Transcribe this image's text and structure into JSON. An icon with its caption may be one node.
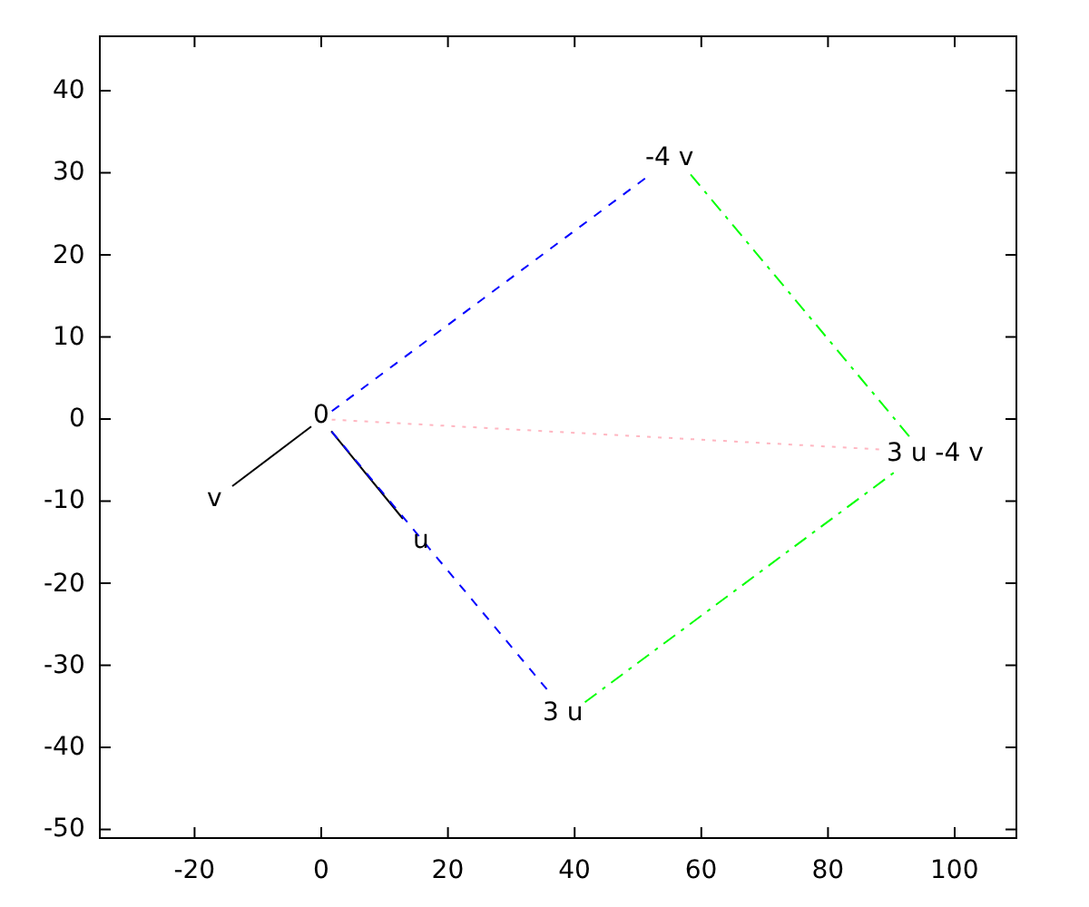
{
  "diagram": {
    "nodes": [
      {
        "text": [
          "0"
        ]
      },
      {
        "text": [
          "v"
        ]
      },
      {
        "text": [
          "u"
        ]
      },
      {
        "text": [
          "-4 v"
        ]
      },
      {
        "text": [
          "3 u"
        ]
      },
      {
        "text": [
          "3 u -4 v"
        ]
      }
    ],
    "edges": [
      {
        "from": 0,
        "to": 1,
        "arrow": "none",
        "color": "#000000"
      },
      {
        "from": 0,
        "to": 2,
        "arrow": "none",
        "color": "#000000"
      },
      {
        "from": 0,
        "to": 3,
        "arrow": "none",
        "style": "dashed",
        "color": "#0000ff"
      },
      {
        "from": 0,
        "to": 4,
        "arrow": "none",
        "style": "dashed",
        "color": "#0000ff"
      },
      {
        "from": 3,
        "to": 5,
        "arrow": "none",
        "style": "dashed",
        "color": "#00ff00"
      },
      {
        "from": 4,
        "to": 5,
        "arrow": "none",
        "style": "dashed",
        "color": "#00ff00"
      },
      {
        "from": 0,
        "to": 5,
        "arrow": "none",
        "style": "dashed",
        "color": "#ffb6c1"
      }
    ],
    "labels": [
      "40",
      "30",
      "20",
      "10",
      "0",
      "-10",
      "-20",
      "-30",
      "-40",
      "-50",
      "-20",
      "0",
      "20",
      "40",
      "60",
      "80",
      "100"
    ]
  }
}
